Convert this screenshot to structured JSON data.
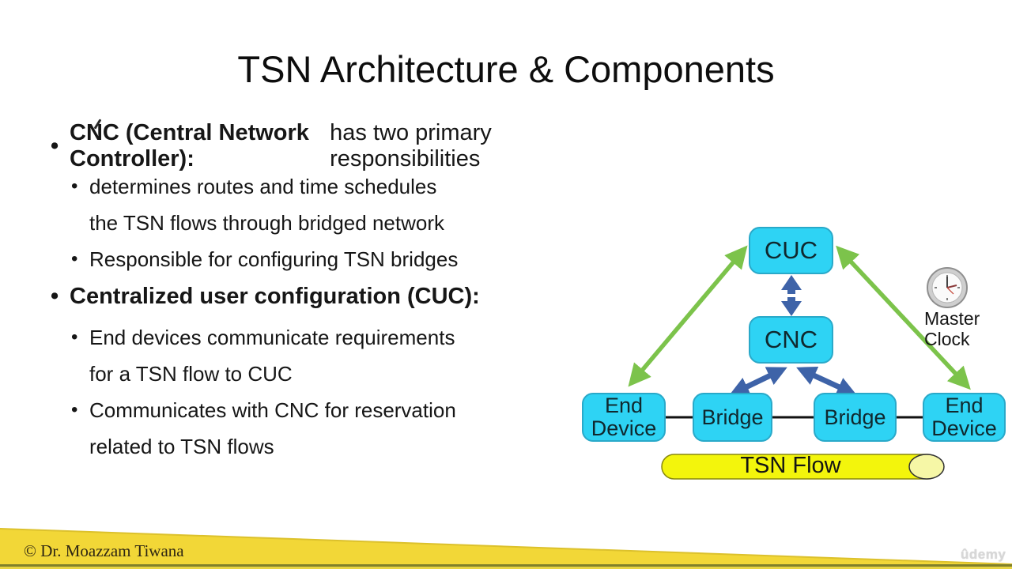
{
  "title": "TSN Architecture & Components",
  "bullets": [
    {
      "bold": "CNC (Central Network Controller):",
      "rest": " has two primary responsibilities"
    },
    {
      "lines": [
        "determines routes and time schedules",
        "the TSN flows through bridged network"
      ]
    },
    {
      "lines": [
        "Responsible for configuring TSN bridges"
      ]
    },
    {
      "bold": "Centralized user configuration (CUC):",
      "rest": ""
    },
    {
      "lines": [
        "End devices communicate requirements",
        "for a TSN flow to CUC"
      ]
    },
    {
      "lines": [
        "Communicates with CNC for reservation",
        "related to TSN flows"
      ]
    }
  ],
  "diagram": {
    "nodes": {
      "cuc": "CUC",
      "cnc": "CNC",
      "end_device_left": "End Device",
      "bridge_left": "Bridge",
      "bridge_right": "Bridge",
      "end_device_right": "End Device"
    },
    "master_clock": {
      "line1": "Master",
      "line2": "Clock"
    },
    "tsn_flow_label": "TSN Flow"
  },
  "footer": {
    "copyright": "© Dr. Moazzam Tiwana"
  },
  "watermark": "ûdemy",
  "colors": {
    "node_fill": "#2ED3F4",
    "node_border": "#29A9C9",
    "green_arrow": "#7CC34B",
    "blue_arrow": "#3E63A8",
    "flow_pill": "#F3F50C",
    "flow_pill_cap": "#F6F7A6",
    "footer_band": "#F2D737",
    "footer_dark_line": "#80802B"
  }
}
